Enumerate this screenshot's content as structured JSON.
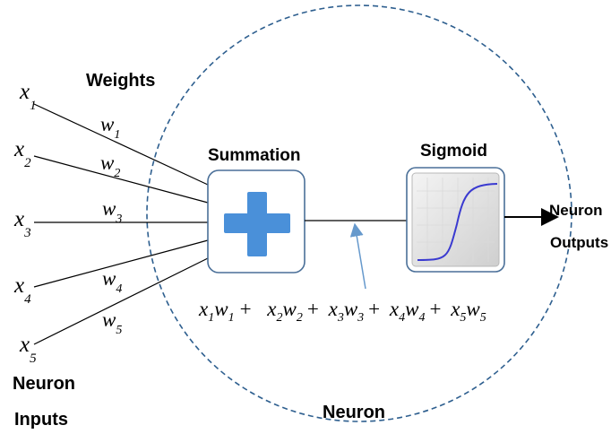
{
  "labels": {
    "weights": "Weights",
    "summation": "Summation",
    "sigmoid": "Sigmoid",
    "neuron": "Neuron",
    "inputs_line1": "Neuron",
    "inputs_line2": "Inputs",
    "outputs_line1": "Neuron",
    "outputs_line2": "Outputs"
  },
  "inputs": [
    {
      "var": "x",
      "sub": "1",
      "weight_var": "w",
      "weight_sub": "1"
    },
    {
      "var": "x",
      "sub": "2",
      "weight_var": "w",
      "weight_sub": "2"
    },
    {
      "var": "x",
      "sub": "3",
      "weight_var": "w",
      "weight_sub": "3"
    },
    {
      "var": "x",
      "sub": "4",
      "weight_var": "w",
      "weight_sub": "4"
    },
    {
      "var": "x",
      "sub": "5",
      "weight_var": "w",
      "weight_sub": "5"
    }
  ],
  "formula": {
    "terms": [
      {
        "x": "x",
        "xs": "1",
        "w": "w",
        "ws": "1",
        "op": "+"
      },
      {
        "x": "x",
        "xs": "2",
        "w": "w",
        "ws": "2",
        "op": "+"
      },
      {
        "x": "x",
        "xs": "3",
        "w": "w",
        "ws": "3",
        "op": "+"
      },
      {
        "x": "x",
        "xs": "4",
        "w": "w",
        "ws": "4",
        "op": "+"
      },
      {
        "x": "x",
        "xs": "5",
        "w": "w",
        "ws": "5",
        "op": ""
      }
    ]
  },
  "colors": {
    "neuron_border": "#2e5f8f",
    "box_border": "#4a6f98",
    "plus": "#4a90d9",
    "sigmoid_curve": "#3a3ad0",
    "arrow": "#6699cc",
    "line": "#000000"
  },
  "icons": {
    "summation": "plus-icon",
    "sigmoid": "sigmoid-curve-icon"
  }
}
